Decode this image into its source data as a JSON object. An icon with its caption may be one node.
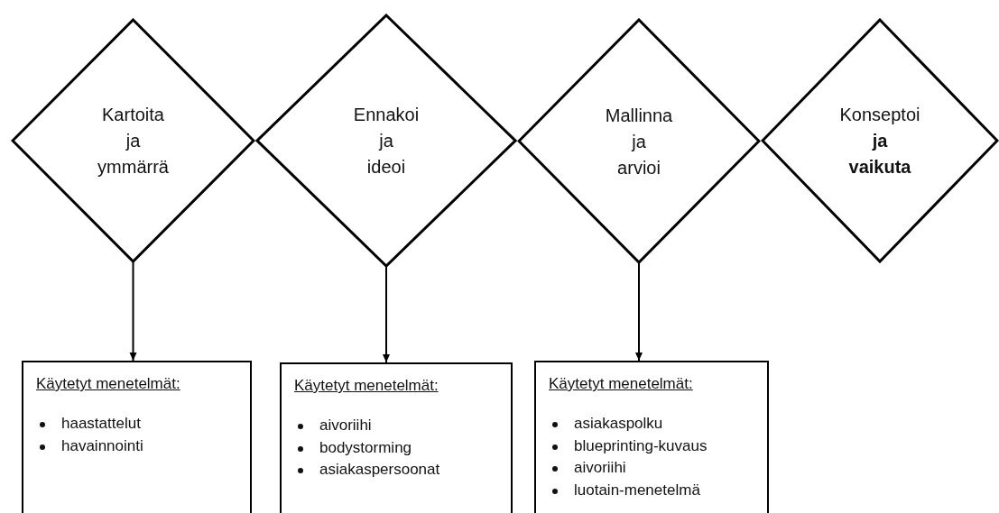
{
  "diagram": {
    "nodes": [
      {
        "text": [
          "Kartoita ja ymmärrä"
        ]
      },
      {
        "text": [
          "Ennakoi ja ideoi"
        ]
      },
      {
        "text": [
          "Mallinna ja arvioi"
        ]
      },
      {
        "text": [
          "Konseptoi **ja vaikuta**"
        ]
      },
      {
        "text": [
          "Käytetyt menetelmät:",
          "haastattelut",
          "havainnointi"
        ]
      },
      {
        "text": [
          "Käytetyt menetelmät:",
          "aivoriihi",
          "bodystorming",
          "asiakaspersoonat"
        ]
      },
      {
        "text": [
          "Käytetyt menetelmät:",
          "asiakaspolku",
          "blueprinting-kuvaus",
          "aivoriihi",
          "luotain-menetelmä"
        ]
      }
    ],
    "edges": [
      {
        "from": 0,
        "to": 4,
        "arrow": "to"
      },
      {
        "from": 1,
        "to": 5,
        "arrow": "to"
      },
      {
        "from": 2,
        "to": 6,
        "arrow": "to"
      }
    ]
  }
}
